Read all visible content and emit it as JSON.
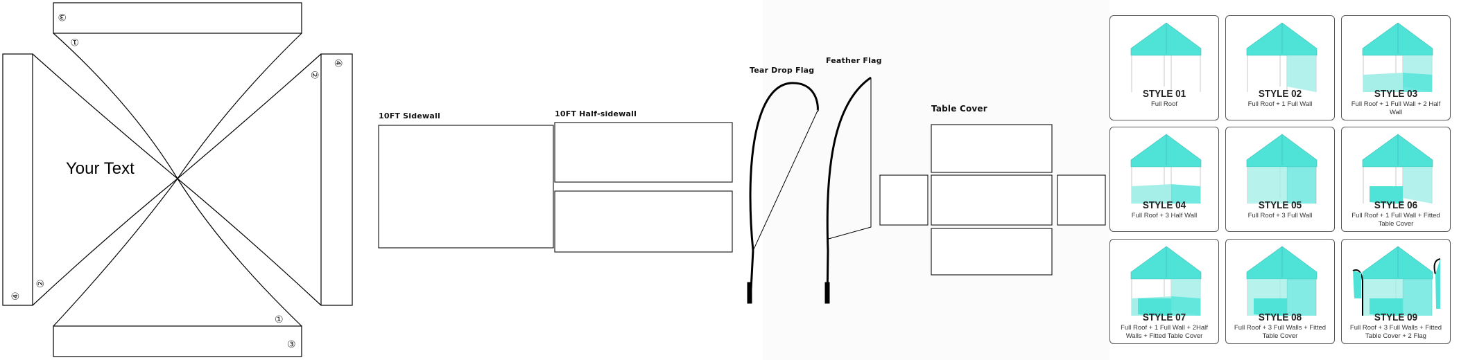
{
  "canopy_template": {
    "center_text": "Your Text",
    "markers": {
      "one": "①",
      "two": "②",
      "three": "③",
      "four": "④"
    }
  },
  "sidewall": {
    "label": "10FT Sidewall"
  },
  "half_sidewall": {
    "label": "10FT Half-sidewall"
  },
  "flags": {
    "teardrop_label": "Tear Drop Flag",
    "feather_label": "Feather Flag"
  },
  "table_cover": {
    "label": "Table Cover"
  },
  "colors": {
    "teal": "#4fe3d8",
    "teal_light": "#a6efe9",
    "outline": "#000000"
  },
  "styles": [
    {
      "title": "STYLE 01",
      "desc": "Full Roof"
    },
    {
      "title": "STYLE 02",
      "desc": "Full Roof + 1 Full Wall"
    },
    {
      "title": "STYLE 03",
      "desc": "Full Roof + 1 Full Wall + 2 Half  Wall"
    },
    {
      "title": "STYLE 04",
      "desc": "Full Roof + 3 Half Wall"
    },
    {
      "title": "STYLE 05",
      "desc": "Full Roof + 3 Full Wall"
    },
    {
      "title": "STYLE 06",
      "desc": "Full Roof + 1 Full Wall + Fitted Table Cover"
    },
    {
      "title": "STYLE 07",
      "desc": "Full Roof + 1 Full Wall + 2Half  Walls + Fitted Table Cover"
    },
    {
      "title": "STYLE 08",
      "desc": "Full Roof + 3 Full Walls + Fitted Table Cover"
    },
    {
      "title": "STYLE 09",
      "desc": "Full Roof + 3 Full Walls + Fitted Table Cover + 2 Flag"
    }
  ]
}
